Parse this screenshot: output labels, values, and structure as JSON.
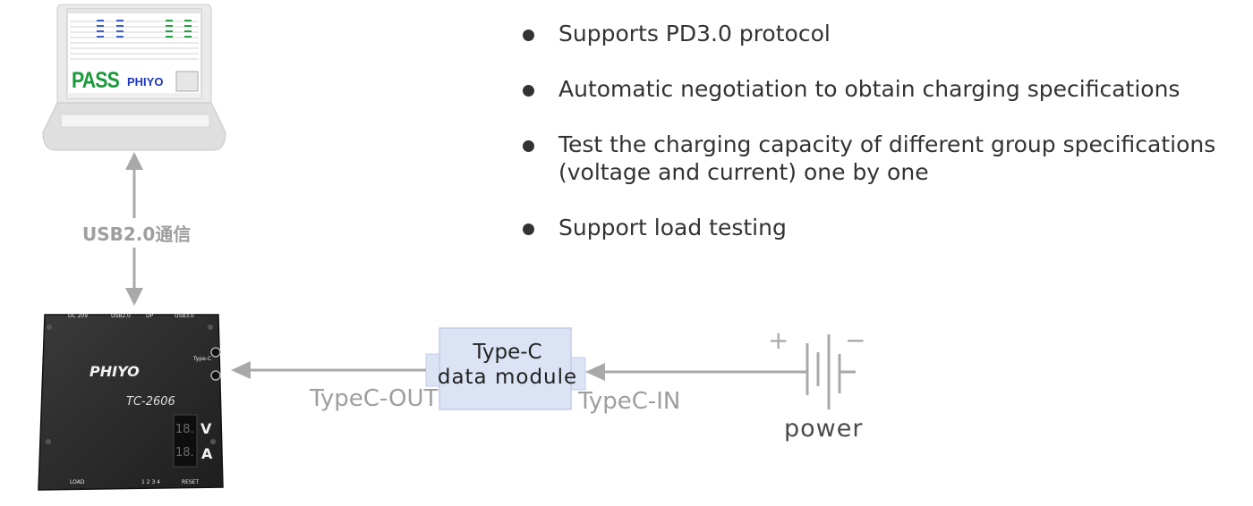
{
  "bullets": [
    {
      "text": "Supports PD3.0 protocol"
    },
    {
      "text": "Automatic negotiation to obtain charging specifications"
    },
    {
      "text": "Test the charging capacity of different group specifications (voltage and current) one by one"
    },
    {
      "text": "Support load testing"
    }
  ],
  "links": {
    "usb": "USB2.0通信",
    "typec_out": "TypeC-OUT",
    "typec_in": "TypeC-IN"
  },
  "module": {
    "line1": "Type-C",
    "line2": "data module"
  },
  "power": {
    "label": "power",
    "plus": "+",
    "minus": "−"
  },
  "laptop_screen": {
    "result": "PASS",
    "brand": "PHIYO"
  },
  "device": {
    "brand": "PHIYO",
    "model": "TC-2606",
    "ports": [
      "DC 20V",
      "USB2.0",
      "DP",
      "USB3.0"
    ],
    "side_port": "Type-C",
    "voltage_unit": "V",
    "current_unit": "A",
    "voltage_display": "18.",
    "current_display": "18.",
    "bottom_labels": [
      "LOAD",
      "1 2 3 4",
      "RESET"
    ]
  },
  "colors": {
    "text": "#333333",
    "connector_gray": "#a9a9a9",
    "module_fill": "#dbe3f4",
    "module_border": "#c3cde6",
    "pass_green": "#1a9a3a",
    "brand_blue": "#1b35c2",
    "device_body": "#2b2b2b"
  }
}
